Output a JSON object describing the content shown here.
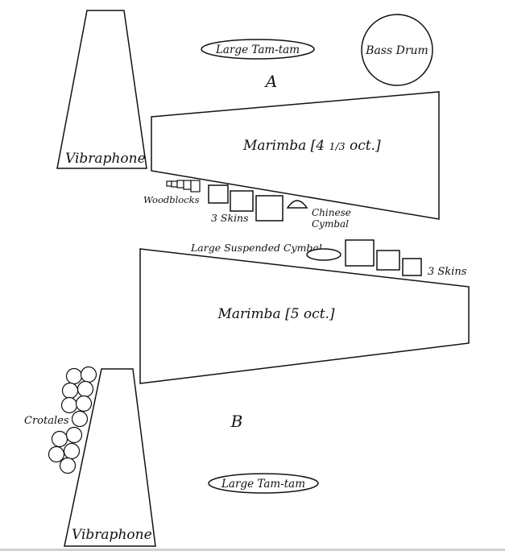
{
  "setup_a": {
    "label": "A",
    "vibraphone": "Vibraphone",
    "large_tam_tam": "Large Tam-tam",
    "bass_drum": "Bass Drum",
    "marimba": "Marimba [4 ",
    "marimba_fraction": "1/3",
    "marimba_suffix": " oct.]",
    "woodblocks": "Woodblocks",
    "skins": "3 Skins",
    "chinese_cymbal_line1": "Chinese",
    "chinese_cymbal_line2": "Cymbal"
  },
  "setup_b": {
    "label": "B",
    "large_suspended_cymbal": "Large Suspended Cymbal",
    "skins": "3 Skins",
    "marimba": "Marimba [5 oct.]",
    "crotales": "Crotales",
    "large_tam_tam": "Large Tam-tam",
    "vibraphone": "Vibraphone"
  }
}
